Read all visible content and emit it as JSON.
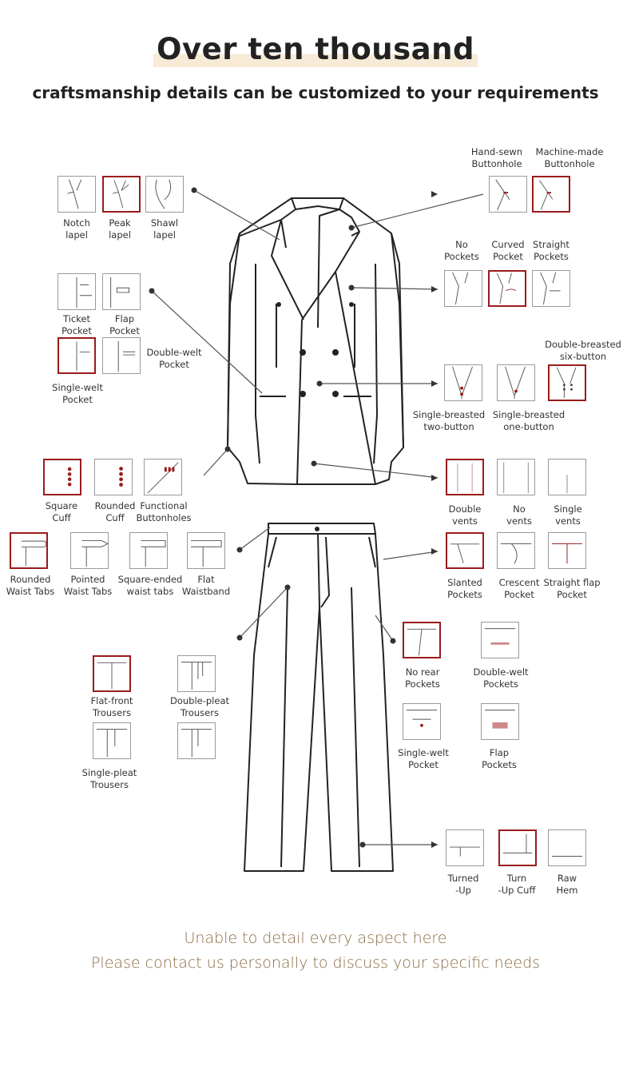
{
  "header": {
    "title": "Over ten thousand",
    "subtitle": "craftsmanship details can be customized to your requirements"
  },
  "labels": {
    "notch": "Notch\nlapel",
    "peak": "Peak\nlapel",
    "shawl": "Shawl\nlapel",
    "hand_sewn": "Hand-sewn\nButtonhole",
    "machine_made": "Machine-made\nButtonhole",
    "no_pockets": "No\nPockets",
    "curved_pocket": "Curved\nPocket",
    "straight_pockets": "Straight\nPockets",
    "ticket_pocket": "Ticket\nPocket",
    "flap_pocket": "Flap\nPocket",
    "double_welt_pocket": "Double-welt\nPocket",
    "single_welt_pocket": "Single-welt\nPocket",
    "db_six_button": "Double-breasted\nsix-button",
    "sb_two_button": "Single-breasted\ntwo-button",
    "sb_one_button": "Single-breasted\none-button",
    "square_cuff": "Square\nCuff",
    "rounded_cuff": "Rounded\nCuff",
    "functional_buttonholes": "Functional\nButtonholes",
    "double_vents": "Double\nvents",
    "no_vents": "No\nvents",
    "single_vents": "Single\nvents",
    "rounded_waist_tabs": "Rounded\nWaist Tabs",
    "pointed_waist_tabs": "Pointed\nWaist Tabs",
    "square_ended_tabs": "Square-ended\nwaist tabs",
    "flat_waistband": "Flat\nWaistband",
    "slanted_pockets": "Slanted\nPockets",
    "crescent_pocket": "Crescent\nPocket",
    "straight_flap_pocket": "Straight flap\nPocket",
    "flat_front": "Flat-front\nTrousers",
    "double_pleat": "Double-pleat\nTrousers",
    "single_pleat": "Single-pleat\nTrousers",
    "no_rear_pockets": "No rear\nPockets",
    "double_welt_rear": "Double-welt\nPockets",
    "single_welt_rear": "Single-welt\nPocket",
    "flap_rear": "Flap\nPockets",
    "turned_up": "Turned\n-Up",
    "turn_up_cuff": "Turn\n-Up Cuff",
    "raw_hem": "Raw\nHem"
  },
  "footer": {
    "line1": "Unable to detail every aspect here",
    "line2": "Please contact us personally to discuss your specific needs"
  },
  "colors": {
    "accent": "#9b1b1b",
    "title_highlight": "#f7ead7",
    "footer_text": "#8a6b43"
  }
}
